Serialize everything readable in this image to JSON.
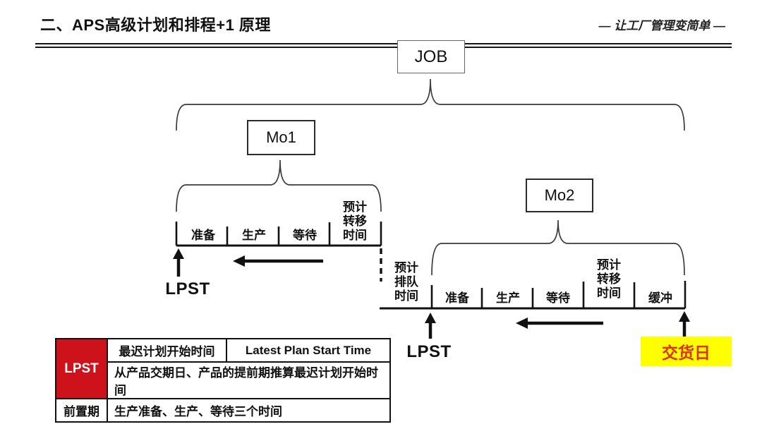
{
  "header": {
    "title": "二、APS高级计划和排程+1 原理",
    "slogan": "— 让工厂管理变简单 —"
  },
  "nodes": {
    "job": "JOB",
    "mo1": "Mo1",
    "mo2": "Mo2"
  },
  "timeline1": {
    "segments": [
      "准备",
      "生产",
      "等待",
      "预计\n转移\n时间"
    ],
    "lpst_label": "LPST"
  },
  "queue_label": "预计\n排队\n时间",
  "timeline2": {
    "segments": [
      "准备",
      "生产",
      "等待",
      "预计\n转移\n时间",
      "缓冲"
    ],
    "lpst_label": "LPST",
    "delivery_label": "交货日"
  },
  "legend_table": {
    "lpst_term": "LPST",
    "lpst_cn": "最迟计划开始时间",
    "lpst_en": "Latest Plan Start Time",
    "lpst_desc": "从产品交期日、产品的提前期推算最迟计划开始时间",
    "lead_term": "前置期",
    "lead_desc": "生产准备、生产、等待三个时间"
  },
  "colors": {
    "accent_red": "#CE121B",
    "highlight_yellow": "#FFFF00",
    "delivery_text": "#E03020",
    "line_black": "#111111"
  }
}
